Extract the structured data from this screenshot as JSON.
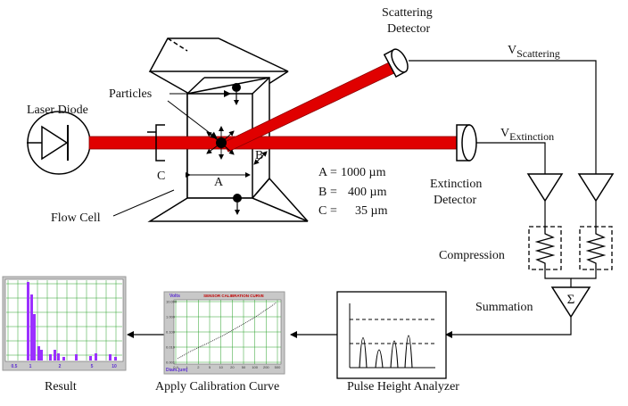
{
  "labels": {
    "laser_diode": "Laser Diode",
    "particles": "Particles",
    "flow_cell": "Flow Cell",
    "scattering_detector_line1": "Scattering",
    "scattering_detector_line2": "Detector",
    "extinction_detector_line1": "Extinction",
    "extinction_detector_line2": "Detector",
    "v_scattering_main": "V",
    "v_scattering_sub": "Scattering",
    "v_extinction_main": "V",
    "v_extinction_sub": "Extinction",
    "compression": "Compression",
    "summation": "Summation",
    "sigma": "Σ",
    "pulse_height_analyzer": "Pulse Height Analyzer",
    "apply_calibration_curve": "Apply Calibration Curve",
    "result": "Result",
    "dim_a": "A",
    "dim_b": "B",
    "dim_c": "C"
  },
  "dimensions": [
    {
      "name": "A",
      "eq": "=",
      "value": "1000 µm"
    },
    {
      "name": "B",
      "eq": "=",
      "value": "400 µm"
    },
    {
      "name": "C",
      "eq": "=",
      "value": "35 µm"
    }
  ],
  "calibration_panel": {
    "title": "SENSOR CALIBRATION CURVE",
    "y_top": "Volts",
    "y_ticks": [
      "10.000",
      "1.000",
      "0.100",
      "0.010",
      "0.001"
    ],
    "x_ticks": [
      "0.4",
      "1",
      "2",
      "5",
      "10",
      "20",
      "50",
      "100",
      "200",
      "500"
    ],
    "x_unit": "Diam.(um)"
  },
  "result_panel": {
    "x_ticks": [
      "0.5",
      "1",
      "2",
      "5",
      "10"
    ]
  },
  "colors": {
    "laser": "#e00000",
    "histogram": "#9b30ff",
    "panel_grid": "#2aa02a",
    "panel_bg": "#ffffff",
    "calib_frame": "#c8c8c8"
  }
}
